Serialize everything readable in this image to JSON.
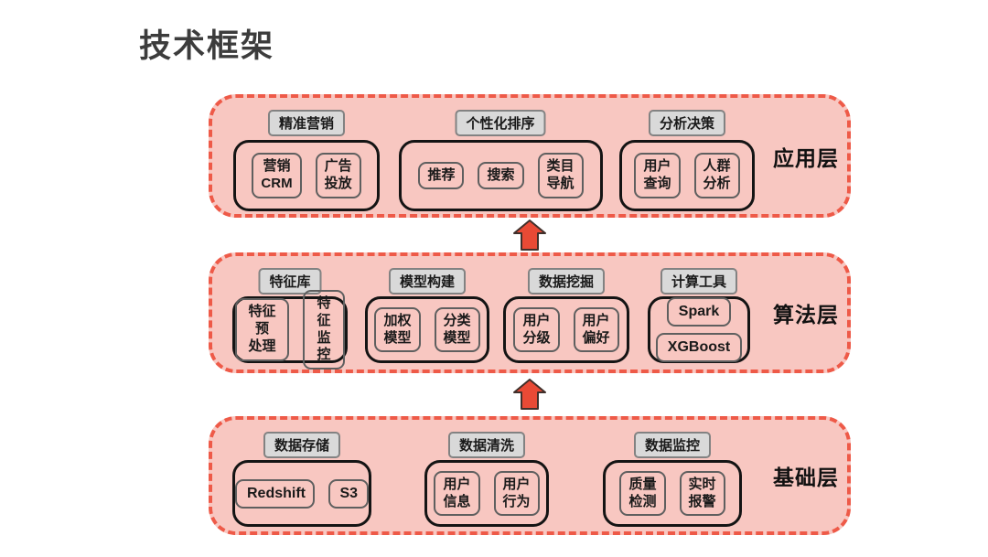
{
  "title": "技术框架",
  "colors": {
    "layer_fill": "#f8c7c1",
    "layer_border": "#ee5a48",
    "arrow_fill": "#e84a35",
    "arrow_outline": "#40302b",
    "label_fill": "#d9d9d9",
    "label_border": "#828282",
    "group_border": "#141414",
    "item_border": "#5f5f5f"
  },
  "layers": [
    {
      "name": "应用层",
      "groups": [
        {
          "label": "精准营销",
          "items": [
            "营销\nCRM",
            "广告\n投放"
          ]
        },
        {
          "label": "个性化排序",
          "items": [
            "推荐",
            "搜索",
            "类目\n导航"
          ]
        },
        {
          "label": "分析决策",
          "items": [
            "用户\n查询",
            "人群\n分析"
          ]
        }
      ]
    },
    {
      "name": "算法层",
      "groups": [
        {
          "label": "特征库",
          "items": [
            "特征预\n处理",
            "特征\n监控"
          ]
        },
        {
          "label": "模型构建",
          "items": [
            "加权\n模型",
            "分类\n模型"
          ]
        },
        {
          "label": "数据挖掘",
          "items": [
            "用户\n分级",
            "用户\n偏好"
          ]
        },
        {
          "label": "计算工具",
          "items": [
            "Spark",
            "XGBoost"
          ]
        }
      ]
    },
    {
      "name": "基础层",
      "groups": [
        {
          "label": "数据存储",
          "items": [
            "Redshift",
            "S3"
          ]
        },
        {
          "label": "数据清洗",
          "items": [
            "用户\n信息",
            "用户\n行为"
          ]
        },
        {
          "label": "数据监控",
          "items": [
            "质量\n检测",
            "实时\n报警"
          ]
        }
      ]
    }
  ]
}
